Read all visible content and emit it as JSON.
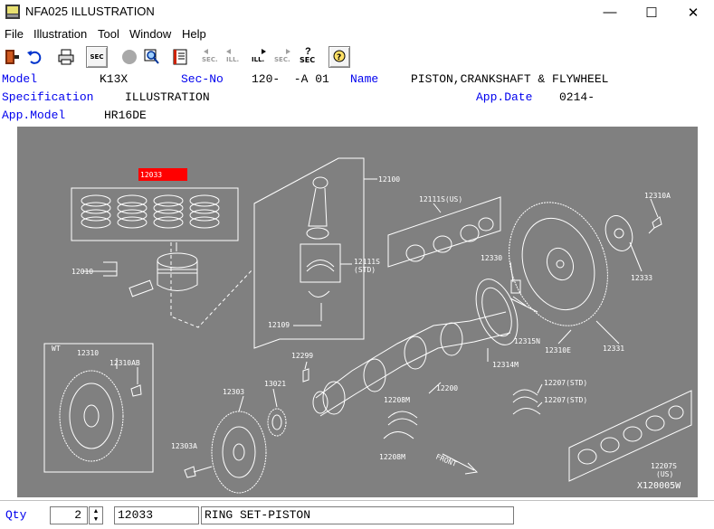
{
  "window": {
    "title": "NFA025  ILLUSTRATION",
    "minimize": "—",
    "maximize": "☐",
    "close": "✕"
  },
  "menu": [
    "File",
    "Illustration",
    "Tool",
    "Window",
    "Help"
  ],
  "toolbar": {
    "sec_button": "SEC",
    "sec_prev": "SEC.",
    "ill_prev": "ILL.",
    "ill_next": "ILL.",
    "sec_next": "SEC.",
    "sec_query": "SEC"
  },
  "info": {
    "model_label": "Model",
    "model_value": "K13X",
    "secno_label": "Sec-No",
    "secno_value": "120-  -A 01",
    "name_label": "Name",
    "name_value": "PISTON,CRANKSHAFT & FLYWHEEL",
    "spec_label": "Specification",
    "spec_value": "ILLUSTRATION",
    "appdate_label": "App.Date",
    "appdate_value": "0214-",
    "appmodel_label": "App.Model",
    "appmodel_value": "HR16DE"
  },
  "diagram": {
    "selected_part": "12033",
    "labels": {
      "p12100": "12100",
      "p12111us": "12111S(US)",
      "p12310a": "12310A",
      "p12010": "12010",
      "p12111s": "12111S",
      "p12111s_std": "(STD)",
      "p12330": "12330",
      "p12333": "12333",
      "p12109": "12109",
      "p12315n": "12315N",
      "p12310e": "12310E",
      "p12331": "12331",
      "p12299": "12299",
      "p12314m": "12314M",
      "wt": "WT",
      "p12310": "12310",
      "p12310ab": "12310AB",
      "p12303": "12303",
      "p13021": "13021",
      "p12200": "12200",
      "p12207std_a": "12207(STD)",
      "p12207std_b": "12207(STD)",
      "p12208m_a": "12208M",
      "p12208m_b": "12208M",
      "p12303a": "12303A",
      "front": "FRONT",
      "p12207s": "12207S",
      "p12207s_us": "(US)",
      "figure_id": "X120005W"
    }
  },
  "bottom": {
    "qty_label": "Qty",
    "qty_value": "2",
    "part_number": "12033",
    "part_name": "RING SET-PISTON"
  }
}
